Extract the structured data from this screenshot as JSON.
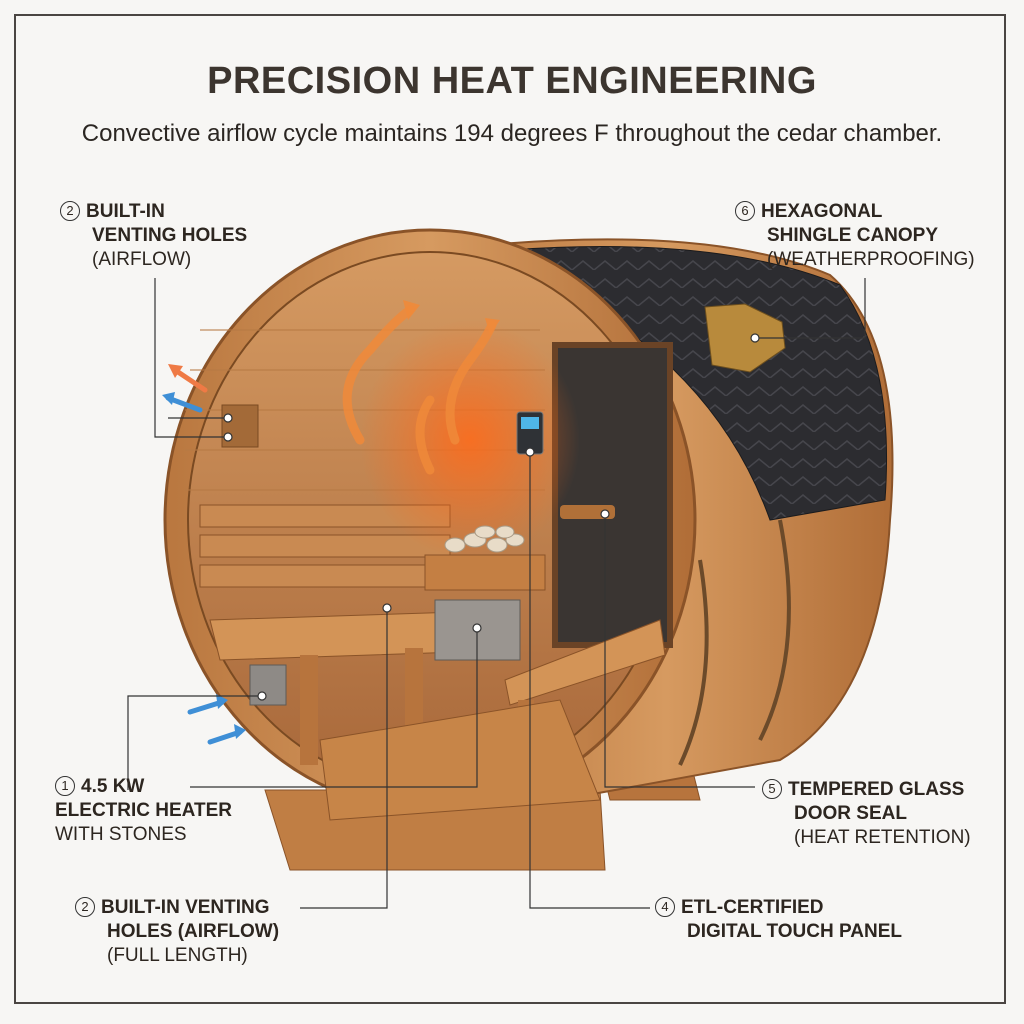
{
  "title": "PRECISION HEAT ENGINEERING",
  "subtitle": "Convective airflow cycle maintains 194 degrees F throughout the cedar chamber.",
  "callouts": {
    "vent_top": {
      "num": "2",
      "line1": "BUILT-IN",
      "line2": "VENTING HOLES",
      "sub": "(AIRFLOW)"
    },
    "canopy": {
      "num": "6",
      "line1": "HEXAGONAL",
      "line2": "SHINGLE CANOPY",
      "sub": "(WEATHERPROOFING)"
    },
    "heater": {
      "num": "1",
      "line1": "4.5 KW",
      "line2": "ELECTRIC HEATER",
      "sub": "WITH STONES"
    },
    "glass": {
      "num": "5",
      "line1": "TEMPERED GLASS",
      "line2": "DOOR SEAL",
      "sub": "(HEAT RETENTION)"
    },
    "vent_bottom": {
      "num": "2",
      "line1": "BUILT-IN VENTING",
      "line2": "HOLES (AIRFLOW)",
      "sub": "(FULL LENGTH)"
    },
    "panel": {
      "num": "4",
      "line1": "ETL-CERTIFIED",
      "line2": "DIGITAL TOUCH PANEL",
      "sub": ""
    }
  },
  "colors": {
    "cedar": "#c98a52",
    "cedar_dark": "#9a5e2c",
    "shingle": "#2b2b2e",
    "heat": "#f07a2a",
    "cool": "#3f8fd6"
  }
}
